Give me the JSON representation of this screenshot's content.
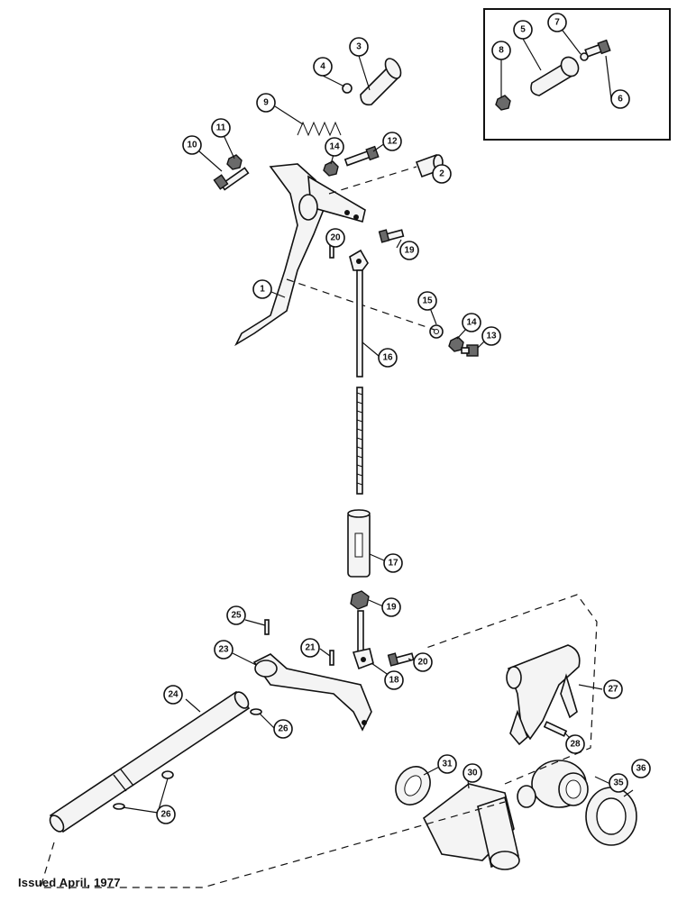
{
  "footer": {
    "issued": "Issued April, 1977"
  },
  "callouts": [
    {
      "id": "c1",
      "label": "1"
    },
    {
      "id": "c2",
      "label": "2"
    },
    {
      "id": "c3",
      "label": "3"
    },
    {
      "id": "c4",
      "label": "4"
    },
    {
      "id": "c5",
      "label": "5"
    },
    {
      "id": "c6",
      "label": "6"
    },
    {
      "id": "c7",
      "label": "7"
    },
    {
      "id": "c8",
      "label": "8"
    },
    {
      "id": "c9",
      "label": "9"
    },
    {
      "id": "c10",
      "label": "10"
    },
    {
      "id": "c11",
      "label": "11"
    },
    {
      "id": "c12",
      "label": "12"
    },
    {
      "id": "c13",
      "label": "13"
    },
    {
      "id": "c14a",
      "label": "14"
    },
    {
      "id": "c14b",
      "label": "14"
    },
    {
      "id": "c15",
      "label": "15"
    },
    {
      "id": "c16",
      "label": "16"
    },
    {
      "id": "c17",
      "label": "17"
    },
    {
      "id": "c18",
      "label": "18"
    },
    {
      "id": "c19a",
      "label": "19"
    },
    {
      "id": "c19b",
      "label": "19"
    },
    {
      "id": "c20a",
      "label": "20"
    },
    {
      "id": "c20b",
      "label": "20"
    },
    {
      "id": "c21",
      "label": "21"
    },
    {
      "id": "c23",
      "label": "23"
    },
    {
      "id": "c24",
      "label": "24"
    },
    {
      "id": "c25",
      "label": "25"
    },
    {
      "id": "c26a",
      "label": "26"
    },
    {
      "id": "c26b",
      "label": "26"
    },
    {
      "id": "c27",
      "label": "27"
    },
    {
      "id": "c28",
      "label": "28"
    },
    {
      "id": "c30",
      "label": "30"
    },
    {
      "id": "c31",
      "label": "31"
    },
    {
      "id": "c35",
      "label": "35"
    },
    {
      "id": "c36",
      "label": "36"
    }
  ]
}
